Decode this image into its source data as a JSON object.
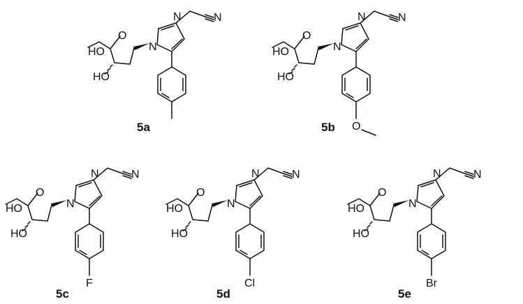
{
  "molecules": [
    {
      "label": "5a",
      "sub": ""
    },
    {
      "label": "5b",
      "sub": "O"
    },
    {
      "label": "5c",
      "sub": "F"
    },
    {
      "label": "5d",
      "sub": "Cl"
    },
    {
      "label": "5e",
      "sub": "Br"
    }
  ],
  "atoms": {
    "n": "N",
    "o": "O",
    "ho": "HO"
  }
}
